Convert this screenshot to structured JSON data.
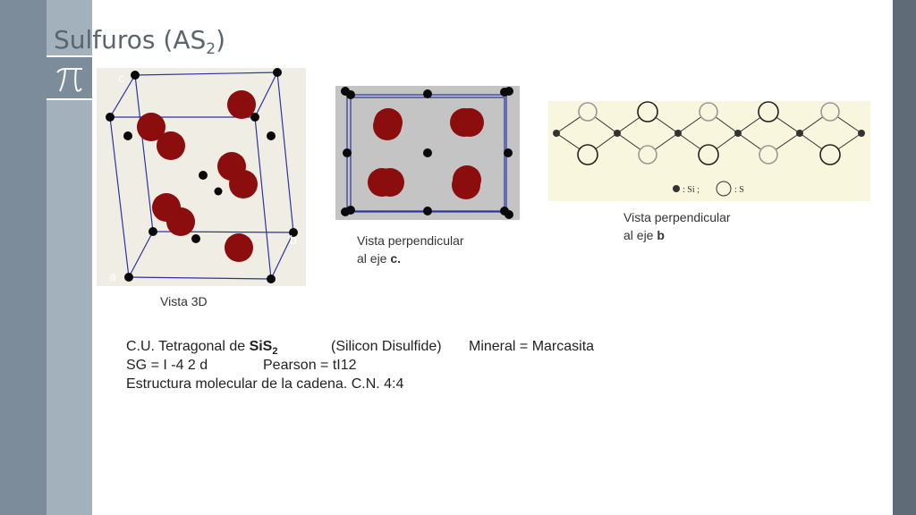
{
  "slide": {
    "title_main": "Sulfuros (AS",
    "title_sub": "2",
    "title_end": ")",
    "logo_icon": "pi-icon"
  },
  "figures": {
    "view3d": {
      "caption": "Vista 3D",
      "axis_c": "c",
      "axis_a": "a",
      "axis_b": "b"
    },
    "viewc": {
      "caption_line1": "Vista perpendicular",
      "caption_line2_prefix": "al eje ",
      "caption_line2_bold": "c."
    },
    "viewb": {
      "caption_line1": "Vista perpendicular",
      "caption_line2_prefix": "al eje ",
      "caption_line2_bold": "b",
      "legend_si": ": Si ;",
      "legend_s": ": S"
    }
  },
  "description": {
    "line1_prefix": "C.U. Tetragonal de ",
    "line1_formula": "SiS",
    "line1_formula_sub": "2",
    "line1_name": "(Silicon Disulfide)",
    "line1_mineral": "Mineral = Marcasita",
    "line2_sg": "SG = I -4 2 d",
    "line2_pearson": "Pearson = tI12",
    "line3": "Estructura molecular de la cadena. C.N. 4:4"
  },
  "colors": {
    "band_dark": "#7d8c9b",
    "band_light": "#a3b1bd",
    "band_right": "#5f6c78",
    "sulfur_red": "#8b0d0d",
    "cell_line": "#2b34a0"
  }
}
